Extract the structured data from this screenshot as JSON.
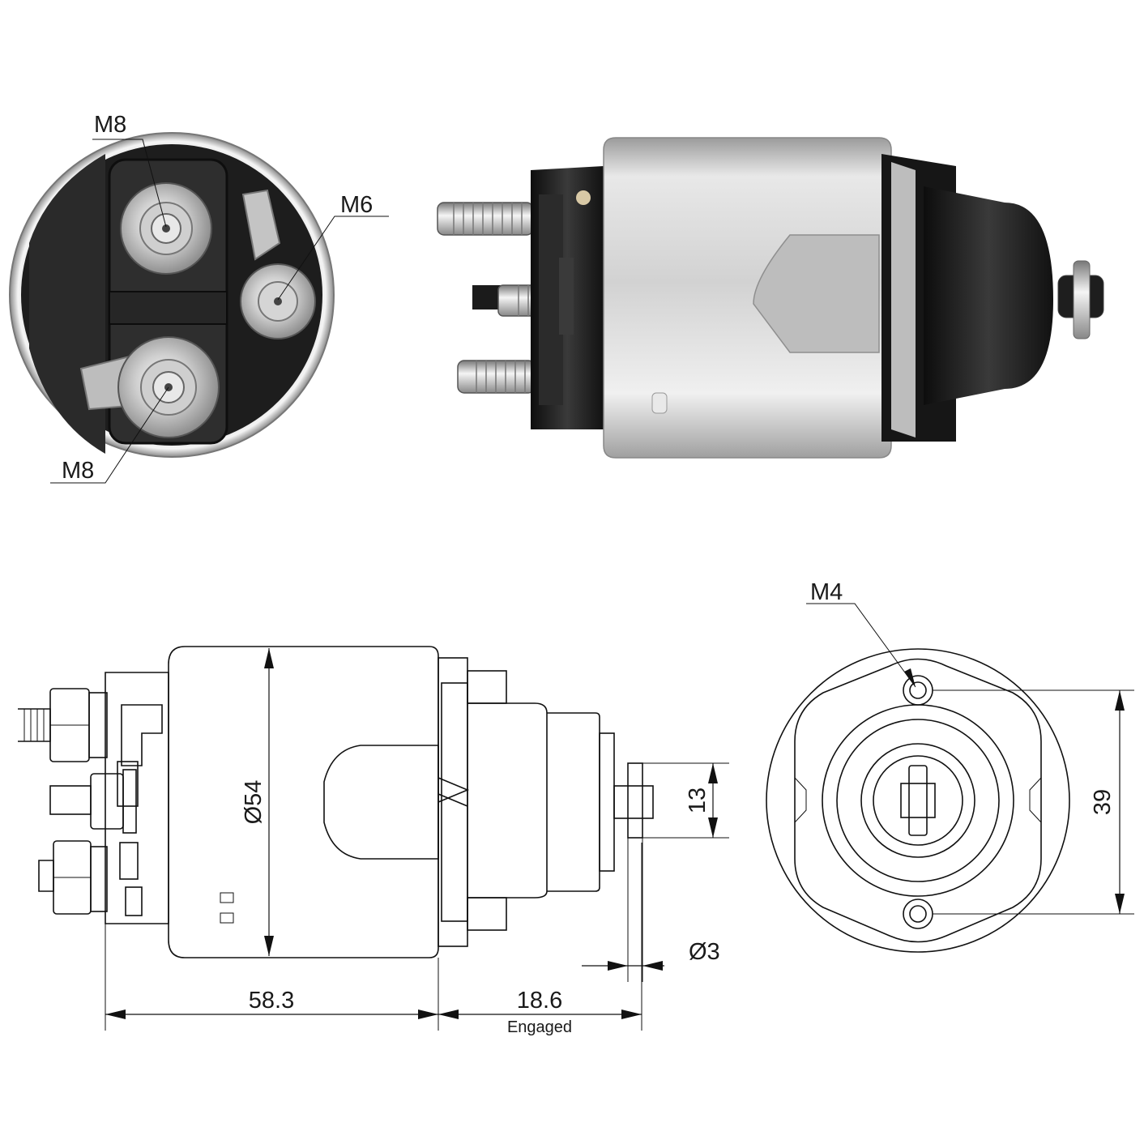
{
  "photo_end_view": {
    "labels": {
      "top_terminal": "M8",
      "side_terminal": "M6",
      "bottom_terminal": "M8"
    }
  },
  "drawing_side_view": {
    "dimensions": {
      "body_diameter": "Ø54",
      "body_length": "58.3",
      "plunger_travel": "18.6",
      "plunger_travel_note": "Engaged",
      "plunger_pin_height": "13",
      "pin_diameter": "Ø3"
    }
  },
  "drawing_end_view": {
    "labels": {
      "mount_screw": "M4"
    },
    "dimensions": {
      "mount_hole_spacing": "39"
    }
  },
  "colors": {
    "line": "#111111",
    "metal_light": "#e6e6e6",
    "metal_dark": "#8c8c8c",
    "plastic": "#1c1c1c"
  }
}
